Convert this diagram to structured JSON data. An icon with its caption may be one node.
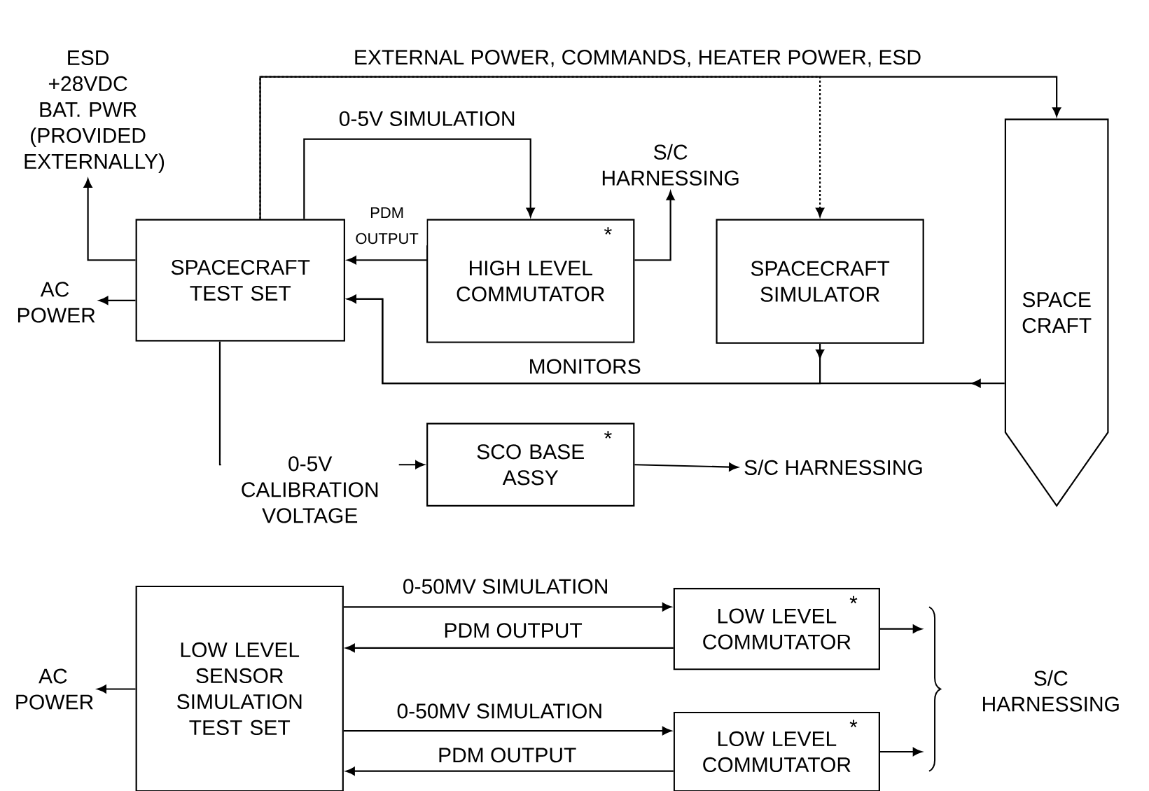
{
  "diagram": {
    "nodes": [
      {
        "text": [
          "ESD +28VDC BAT. PWR (PROVIDED EXTERNALLY)"
        ]
      },
      {
        "text": [
          "SPACECRAFT TEST SET"
        ]
      },
      {
        "text": [
          "AC POWER"
        ]
      },
      {
        "text": [
          "*",
          "HIGH LEVEL COMMUTATOR"
        ]
      },
      {
        "text": [
          "S/C HARNESSING"
        ]
      },
      {
        "text": [
          "SPACECRAFT SIMULATOR"
        ]
      },
      {
        "text": [
          "SPACE CRAFT"
        ]
      },
      {
        "text": [
          "*",
          "SCO BASE ASSY"
        ]
      },
      {
        "text": [
          "S/C HARNESSING"
        ]
      },
      {
        "text": [
          "LOW LEVEL SENSOR SIMULATION TEST SET"
        ]
      },
      {
        "text": [
          "AC POWER"
        ]
      },
      {
        "text": [
          "*",
          "LOW LEVEL COMMUTATOR"
        ]
      },
      {
        "text": [
          "*",
          "LOW LEVEL COMMUTATOR"
        ]
      },
      {
        "text": [
          "S/C HARNESSING"
        ]
      }
    ],
    "edges": [
      {
        "from": 1,
        "to": 0,
        "arrow": "to"
      },
      {
        "from": 1,
        "to": 2,
        "arrow": "to"
      },
      {
        "from": 1,
        "to": 6,
        "arrow": "to",
        "label": "EXTERNAL POWER, COMMANDS, HEATER POWER, ESD"
      },
      {
        "from": 1,
        "to": 5,
        "arrow": "to",
        "style": "dashed"
      },
      {
        "from": 1,
        "to": 3,
        "arrow": "to",
        "label": "0-5V SIMULATION"
      },
      {
        "from": 3,
        "to": 1,
        "arrow": "to",
        "label": "PDM OUTPUT"
      },
      {
        "from": 3,
        "to": 4,
        "arrow": "to"
      },
      {
        "from": 6,
        "to": 1,
        "arrow": "to",
        "label": "MONITORS"
      },
      {
        "from": 5,
        "to": 1,
        "arrow": "to"
      },
      {
        "from": 1,
        "to": 7,
        "arrow": "to",
        "label": "0-5V CALIBRATION VOLTAGE"
      },
      {
        "from": 7,
        "to": 8,
        "arrow": "to"
      },
      {
        "from": 9,
        "to": 10,
        "arrow": "to"
      },
      {
        "from": 9,
        "to": 11,
        "arrow": "to",
        "label": "0-50MV SIMULATION"
      },
      {
        "from": 11,
        "to": 9,
        "arrow": "to",
        "label": "PDM OUTPUT"
      },
      {
        "from": 9,
        "to": 12,
        "arrow": "to",
        "label": "0-50MV SIMULATION"
      },
      {
        "from": 12,
        "to": 9,
        "arrow": "to",
        "label": "PDM OUTPUT"
      },
      {
        "from": 11,
        "to": 13,
        "arrow": "to"
      },
      {
        "from": 12,
        "to": 13,
        "arrow": "to"
      }
    ]
  }
}
